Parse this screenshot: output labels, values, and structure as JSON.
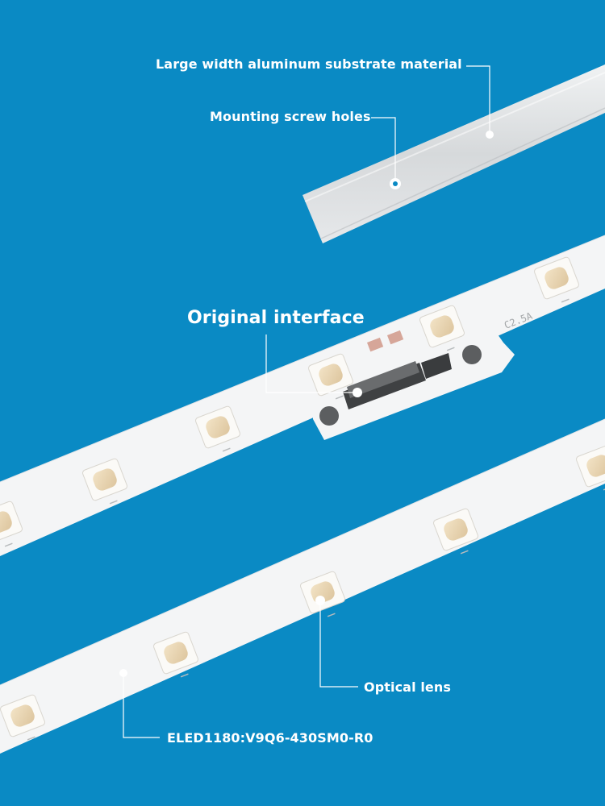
{
  "labels": {
    "aluminum_substrate": "Large width aluminum substrate material",
    "mounting_holes": "Mounting screw holes",
    "interface": "Original interface",
    "optical_lens": "Optical lens",
    "model_number": "ELED1180:V9Q6-430SM0-R0"
  },
  "pcb_marking": "C2.5A",
  "colors": {
    "background": "#0a8ac4",
    "strip": "#f4f5f6",
    "aluminum": "#dcdfe1",
    "led_frame": "#fbfaf7",
    "phosphor": "#ecd9b8",
    "connector": "#4b4d4f",
    "text": "#ffffff"
  }
}
